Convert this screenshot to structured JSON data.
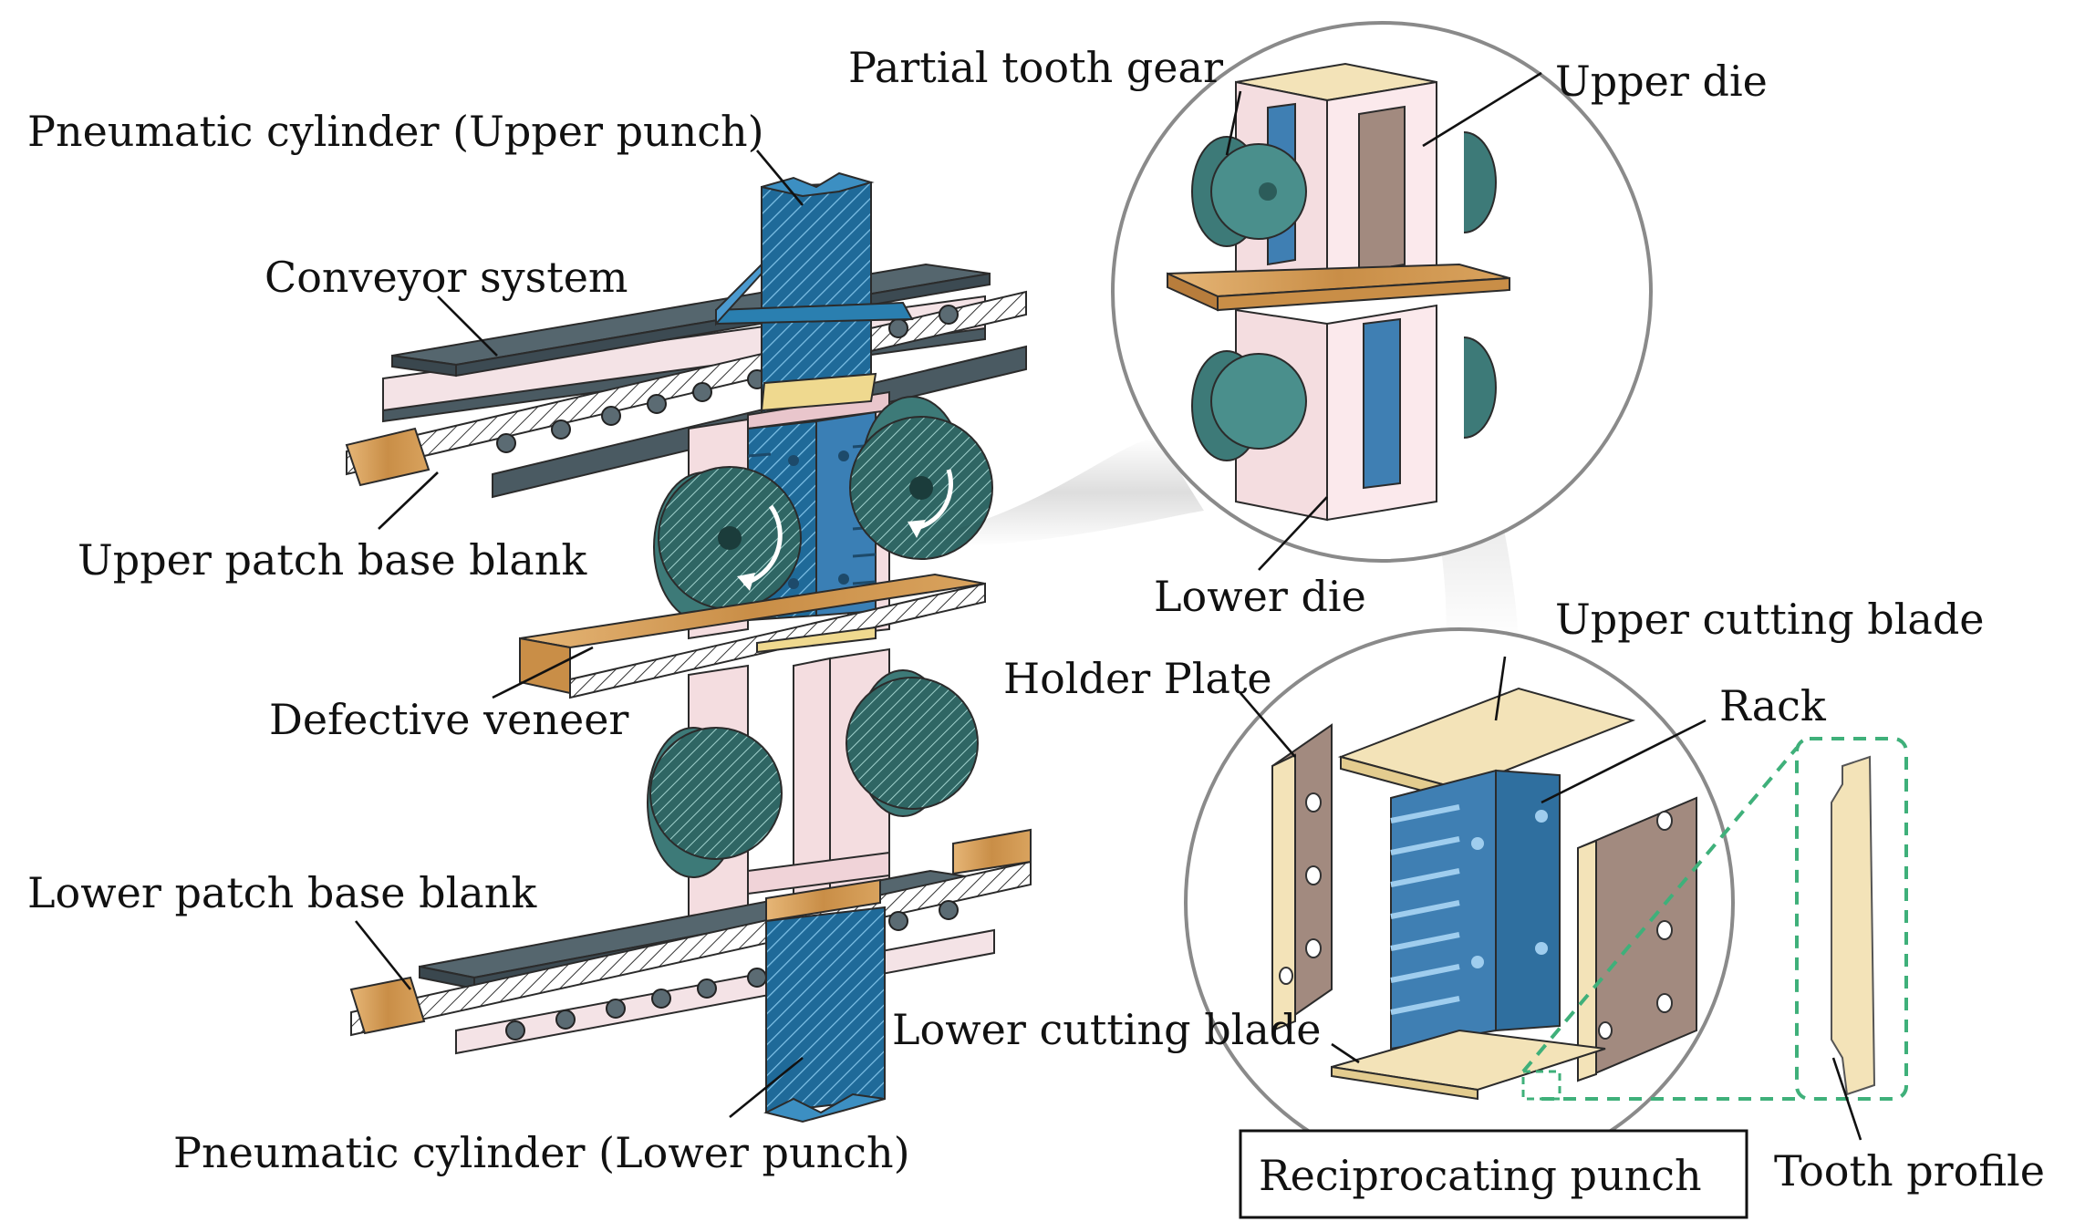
{
  "labels": {
    "pneumatic_upper": "Pneumatic cylinder (Upper punch)",
    "conveyor": "Conveyor system",
    "upper_patch": "Upper patch base blank",
    "defective_veneer": "Defective veneer",
    "lower_patch": "Lower patch base blank",
    "pneumatic_lower": "Pneumatic cylinder (Lower punch)",
    "partial_gear": "Partial tooth gear",
    "upper_die": "Upper die",
    "lower_die": "Lower die",
    "upper_blade": "Upper cutting blade",
    "holder_plate": "Holder Plate",
    "rack": "Rack",
    "lower_blade": "Lower cutting blade",
    "reciprocating_punch": "Reciprocating punch",
    "tooth_profile": "Tooth profile"
  },
  "colors": {
    "punch_blue": "#2a7fb0",
    "gear_teal": "#3d7a78",
    "conveyor_slate": "#4a5a62",
    "veneer_wood": "#c98e47",
    "die_pink": "#f4dde0",
    "blade_cream": "#f3e3b8",
    "holder_taupe": "#a28a7f",
    "rack_blue": "#3f7fb3",
    "dash_green": "#3fb07a"
  }
}
